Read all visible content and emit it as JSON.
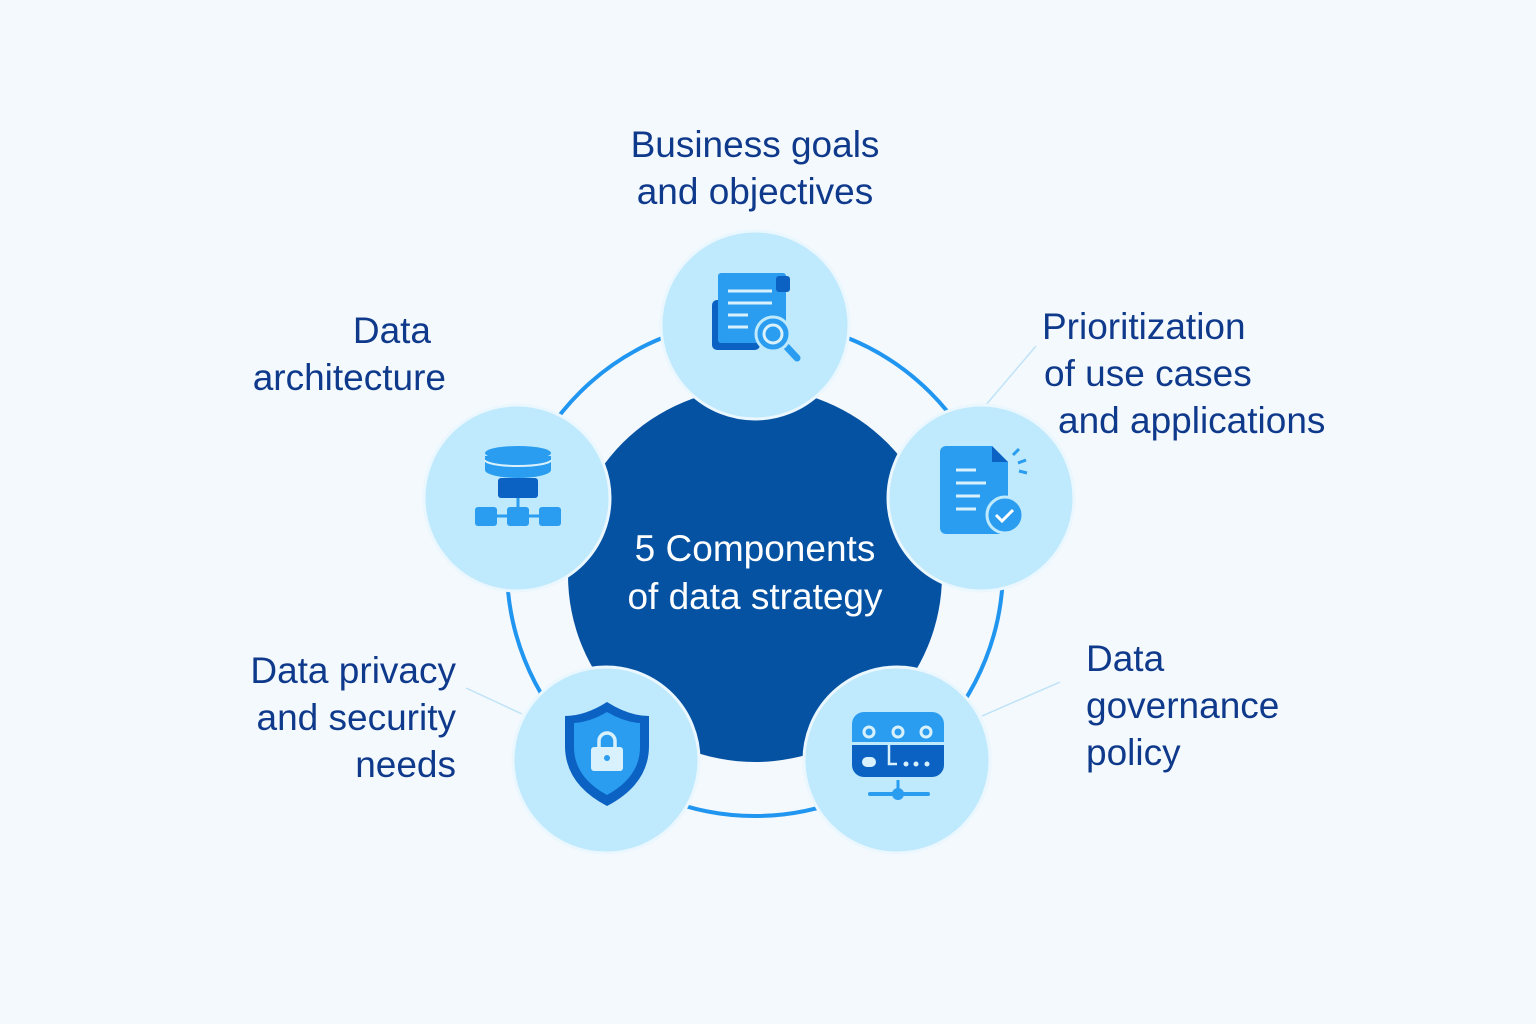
{
  "title": {
    "lines": [
      "5 Components",
      "of data strategy"
    ]
  },
  "components": [
    {
      "id": "business-goals",
      "lines": [
        "Business goals",
        "and objectives"
      ],
      "icon": "document-search-icon"
    },
    {
      "id": "prioritization",
      "lines": [
        "Prioritization",
        "of use cases",
        "and applications"
      ],
      "icon": "document-check-icon"
    },
    {
      "id": "governance",
      "lines": [
        "Data",
        "governance",
        "policy"
      ],
      "icon": "server-network-icon"
    },
    {
      "id": "privacy",
      "lines": [
        "Data privacy",
        "and security",
        "needs"
      ],
      "icon": "shield-lock-icon"
    },
    {
      "id": "architecture",
      "lines": [
        "Data",
        "architecture"
      ],
      "icon": "database-hierarchy-icon"
    }
  ],
  "colors": {
    "background": "#f4f9fd",
    "center": "#0552a3",
    "node": "#bfe9fc",
    "ring": "#2196f0",
    "icon": "#2a9df0",
    "icon_dark": "#0b62c2",
    "text": "#0f3a8c"
  }
}
